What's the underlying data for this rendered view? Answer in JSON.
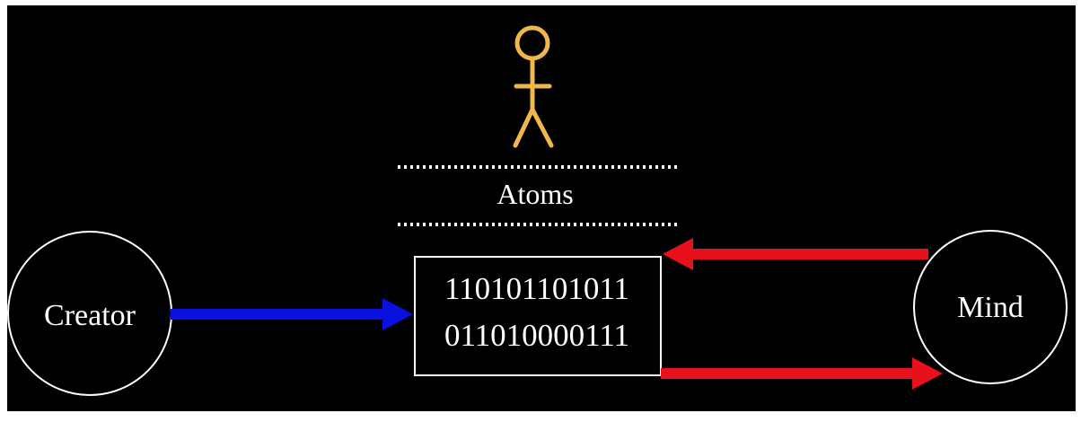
{
  "nodes": {
    "creator": {
      "label": "Creator"
    },
    "mind": {
      "label": "Mind"
    },
    "atoms": {
      "label": "Atoms"
    },
    "binary": {
      "line1": "110101101011",
      "line2": "011010000111"
    }
  },
  "colors": {
    "background": "#000000",
    "foreground": "#ffffff",
    "figure": "#f0b84a",
    "arrow_creator": "#0a10e0",
    "arrow_mind": "#e8101a"
  },
  "icons": {
    "figure": "stick-figure-icon"
  }
}
